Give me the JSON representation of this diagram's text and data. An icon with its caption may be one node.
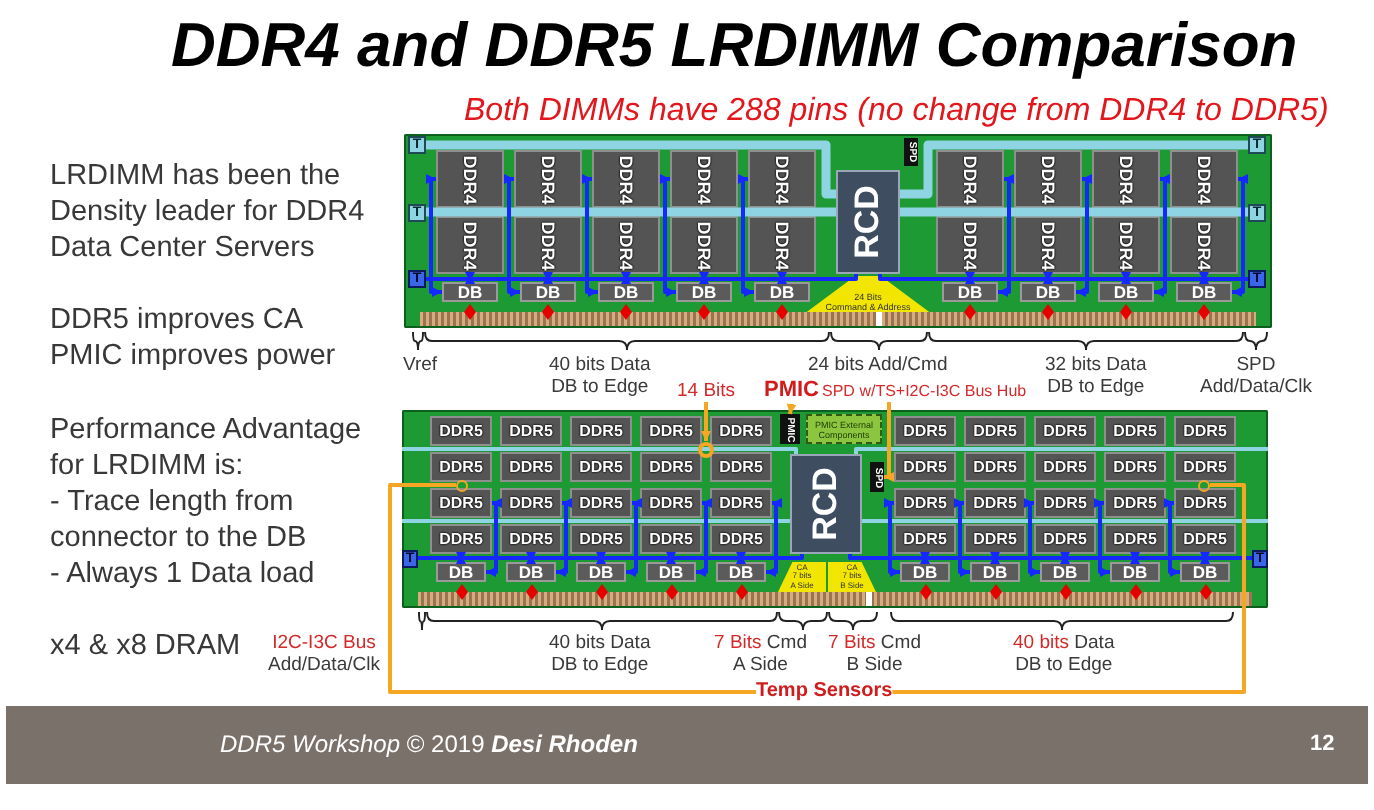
{
  "diagram": {
    "title": "DDR4 and DDR5 LRDIMM Comparison",
    "nodes": [
      {
        "text": [],
        "shape": "box"
      },
      {
        "text": [
          "T"
        ],
        "in": 0
      },
      {
        "text": [
          "DDR4"
        ],
        "in": 0
      },
      {
        "text": [
          "DDR4"
        ],
        "in": 0
      },
      {
        "text": [
          "DDR4"
        ],
        "in": 0
      },
      {
        "text": [
          "DDR4"
        ],
        "in": 0
      },
      {
        "text": [
          "DDR4"
        ],
        "in": 0
      },
      {
        "text": [
          "SPD"
        ],
        "in": 0
      },
      {
        "text": [
          "RCD"
        ],
        "in": 0
      },
      {
        "text": [
          "DDR4"
        ],
        "in": 0
      },
      {
        "text": [
          "DDR4"
        ],
        "in": 0
      },
      {
        "text": [
          "DDR4"
        ],
        "in": 0
      },
      {
        "text": [
          "DDR4"
        ],
        "in": 0
      },
      {
        "text": [
          "T"
        ],
        "in": 0
      },
      {
        "text": [
          "T"
        ],
        "in": 0
      },
      {
        "text": [
          "DDR4"
        ],
        "in": 0
      },
      {
        "text": [
          "DDR4"
        ],
        "in": 0
      },
      {
        "text": [
          "DDR4"
        ],
        "in": 0
      },
      {
        "text": [
          "DDR4"
        ],
        "in": 0
      },
      {
        "text": [
          "DDR4"
        ],
        "in": 0
      },
      {
        "text": [
          "DDR4"
        ],
        "in": 0
      },
      {
        "text": [
          "DDR4"
        ],
        "in": 0
      },
      {
        "text": [
          "DDR4"
        ],
        "in": 0
      },
      {
        "text": [
          "DDR4"
        ],
        "in": 0
      },
      {
        "text": [
          "T"
        ],
        "in": 0
      },
      {
        "text": [
          "T"
        ],
        "in": 0
      },
      {
        "text": [
          "DB"
        ],
        "in": 0
      },
      {
        "text": [
          "DB"
        ],
        "in": 0
      },
      {
        "text": [
          "DB"
        ],
        "in": 0
      },
      {
        "text": [
          "DB"
        ],
        "in": 0
      },
      {
        "text": [
          "DB"
        ],
        "in": 0
      },
      {
        "text": [
          "24 Bits Command & Address"
        ],
        "in": 0
      },
      {
        "text": [
          "DB"
        ],
        "in": 0
      },
      {
        "text": [
          "DB"
        ],
        "in": 0
      },
      {
        "text": [
          "DB"
        ],
        "in": 0
      },
      {
        "text": [
          "DB"
        ],
        "in": 0
      },
      {
        "text": [
          "T"
        ],
        "in": 0
      },
      {
        "text": [
          "14 Bits"
        ]
      },
      {
        "text": [
          "PMIC"
        ]
      },
      {
        "text": [
          "SPD w/TS+I2C-I3C Bus Hub"
        ]
      },
      {
        "text": [],
        "shape": "box"
      },
      {
        "text": [
          "PMIC"
        ],
        "in": 40
      },
      {
        "text": [
          "PMIC External Components"
        ],
        "in": 40
      },
      {
        "text": [
          "DDR5"
        ],
        "in": 40
      },
      {
        "text": [
          "DDR5"
        ],
        "in": 40
      },
      {
        "text": [
          "DDR5"
        ],
        "in": 40
      },
      {
        "text": [
          "DDR5"
        ],
        "in": 40
      },
      {
        "text": [
          "DDR5"
        ],
        "in": 40
      },
      {
        "text": [
          "DDR5"
        ],
        "in": 40
      },
      {
        "text": [
          "DDR5"
        ],
        "in": 40
      },
      {
        "text": [
          "DDR5"
        ],
        "in": 40
      },
      {
        "text": [
          "DDR5"
        ],
        "in": 40
      },
      {
        "text": [
          "DDR5"
        ],
        "in": 40
      },
      {
        "text": [],
        "shape": "circle",
        "in": 40
      },
      {
        "text": [
          "RCD"
        ],
        "in": 40
      },
      {
        "text": [
          "SPD"
        ],
        "in": 40
      },
      {
        "text": [
          "DDR5"
        ],
        "in": 40
      },
      {
        "text": [
          "DDR5"
        ],
        "in": 40
      },
      {
        "text": [
          "DDR5"
        ],
        "in": 40
      },
      {
        "text": [
          "DDR5"
        ],
        "in": 40
      },
      {
        "text": [
          "DDR5"
        ],
        "in": 40
      },
      {
        "text": [
          "DDR5"
        ],
        "in": 40
      },
      {
        "text": [
          "DDR5"
        ],
        "in": 40
      },
      {
        "text": [
          "DDR5"
        ],
        "in": 40
      },
      {
        "text": [
          "DDR5"
        ],
        "in": 40
      },
      {
        "text": [
          "DDR5"
        ],
        "in": 40
      },
      {
        "text": [],
        "shape": "circle",
        "in": 40
      },
      {
        "text": [],
        "shape": "circle",
        "in": 40
      },
      {
        "text": [
          "DDR5"
        ],
        "in": 40
      },
      {
        "text": [
          "DDR5"
        ],
        "in": 40
      },
      {
        "text": [
          "DDR5"
        ],
        "in": 40
      },
      {
        "text": [
          "DDR5"
        ],
        "in": 40
      },
      {
        "text": [
          "DDR5"
        ],
        "in": 40
      },
      {
        "text": [
          "DDR5"
        ],
        "in": 40
      },
      {
        "text": [
          "DDR5"
        ],
        "in": 40
      },
      {
        "text": [
          "DDR5"
        ],
        "in": 40
      },
      {
        "text": [
          "DDR5"
        ],
        "in": 40
      },
      {
        "text": [
          "DDR5"
        ],
        "in": 40
      },
      {
        "text": [
          "DDR5"
        ],
        "in": 40
      },
      {
        "text": [
          "DDR5"
        ],
        "in": 40
      },
      {
        "text": [
          "DDR5"
        ],
        "in": 40
      },
      {
        "text": [
          "DDR5"
        ],
        "in": 40
      },
      {
        "text": [
          "DDR5"
        ],
        "in": 40
      },
      {
        "text": [
          "DDR5"
        ],
        "in": 40
      },
      {
        "text": [
          "DDR5"
        ],
        "in": 40
      },
      {
        "text": [
          "DDR5"
        ],
        "in": 40
      },
      {
        "text": [
          "DDR5"
        ],
        "in": 40
      },
      {
        "text": [
          "DDR5"
        ],
        "in": 40
      },
      {
        "text": [
          "T"
        ],
        "in": 40
      },
      {
        "text": [
          "DB"
        ],
        "in": 40
      },
      {
        "text": [
          "DB"
        ],
        "in": 40
      },
      {
        "text": [
          "DB"
        ],
        "in": 40
      },
      {
        "text": [
          "DB"
        ],
        "in": 40
      },
      {
        "text": [
          "DB"
        ],
        "in": 40
      },
      {
        "text": [
          "CA 7 bits A Side"
        ],
        "in": 40
      },
      {
        "text": [
          "CA 7 bits B Side"
        ],
        "in": 40
      },
      {
        "text": [
          "DB"
        ],
        "in": 40
      },
      {
        "text": [
          "DB"
        ],
        "in": 40
      },
      {
        "text": [
          "DB"
        ],
        "in": 40
      },
      {
        "text": [
          "DB"
        ],
        "in": 40
      },
      {
        "text": [
          "DB"
        ],
        "in": 40
      },
      {
        "text": [
          "T"
        ],
        "in": 40
      },
      {
        "text": [
          "Temp Sensors"
        ]
      }
    ],
    "edges": [
      {
        "from": 1,
        "to": 8,
        "arrow": "none",
        "style": "thick",
        "color": "#8ed4e2"
      },
      {
        "from": 14,
        "to": 8,
        "arrow": "none",
        "style": "thick",
        "color": "#8ed4e2"
      },
      {
        "from": 8,
        "to": 13,
        "arrow": "none",
        "style": "thick",
        "color": "#8ed4e2"
      },
      {
        "from": 8,
        "to": 24,
        "arrow": "none",
        "style": "thick",
        "color": "#8ed4e2"
      },
      {
        "from": 25,
        "to": 8,
        "arrow": "none"
      },
      {
        "from": 8,
        "to": 36,
        "arrow": "none"
      },
      {
        "from": 26,
        "to": 15,
        "arrow": "both"
      },
      {
        "from": 26,
        "to": 2,
        "arrow": "both"
      },
      {
        "from": 27,
        "to": 16,
        "arrow": "both"
      },
      {
        "from": 27,
        "to": 3,
        "arrow": "both"
      },
      {
        "from": 28,
        "to": 17,
        "arrow": "both"
      },
      {
        "from": 28,
        "to": 4,
        "arrow": "both"
      },
      {
        "from": 29,
        "to": 18,
        "arrow": "both"
      },
      {
        "from": 29,
        "to": 5,
        "arrow": "both"
      },
      {
        "from": 30,
        "to": 19,
        "arrow": "both"
      },
      {
        "from": 30,
        "to": 6,
        "arrow": "both"
      },
      {
        "from": 32,
        "to": 20,
        "arrow": "both"
      },
      {
        "from": 32,
        "to": 9,
        "arrow": "both"
      },
      {
        "from": 33,
        "to": 21,
        "arrow": "both"
      },
      {
        "from": 33,
        "to": 10,
        "arrow": "both"
      },
      {
        "from": 34,
        "to": 22,
        "arrow": "both"
      },
      {
        "from": 34,
        "to": 11,
        "arrow": "both"
      },
      {
        "from": 35,
        "to": 23,
        "arrow": "both"
      },
      {
        "from": 35,
        "to": 12,
        "arrow": "both"
      },
      {
        "from": null,
        "to": 54,
        "arrow": "none",
        "color": "#8ed4e2"
      },
      {
        "from": 54,
        "to": null,
        "arrow": "none",
        "color": "#8ed4e2"
      },
      {
        "from": null,
        "to": 54,
        "arrow": "none",
        "color": "#8ed4e2"
      },
      {
        "from": 54,
        "to": null,
        "arrow": "none",
        "color": "#8ed4e2"
      },
      {
        "from": 88,
        "to": 54,
        "arrow": "none"
      },
      {
        "from": 54,
        "to": 101,
        "arrow": "none"
      },
      {
        "from": 89,
        "to": 78,
        "arrow": "both"
      },
      {
        "from": 89,
        "to": 68,
        "arrow": "both"
      },
      {
        "from": 90,
        "to": 79,
        "arrow": "both"
      },
      {
        "from": 90,
        "to": 69,
        "arrow": "both"
      },
      {
        "from": 91,
        "to": 80,
        "arrow": "both"
      },
      {
        "from": 91,
        "to": 70,
        "arrow": "both"
      },
      {
        "from": 92,
        "to": 81,
        "arrow": "both"
      },
      {
        "from": 92,
        "to": 71,
        "arrow": "both"
      },
      {
        "from": 93,
        "to": 82,
        "arrow": "both"
      },
      {
        "from": 93,
        "to": 72,
        "arrow": "both"
      },
      {
        "from": 96,
        "to": 83,
        "arrow": "both"
      },
      {
        "from": 96,
        "to": 73,
        "arrow": "both"
      },
      {
        "from": 97,
        "to": 84,
        "arrow": "both"
      },
      {
        "from": 97,
        "to": 74,
        "arrow": "both"
      },
      {
        "from": 98,
        "to": 85,
        "arrow": "both"
      },
      {
        "from": 98,
        "to": 75,
        "arrow": "both"
      },
      {
        "from": 99,
        "to": 86,
        "arrow": "both"
      },
      {
        "from": 99,
        "to": 76,
        "arrow": "both"
      },
      {
        "from": 100,
        "to": 87,
        "arrow": "both"
      },
      {
        "from": 100,
        "to": 77,
        "arrow": "both"
      },
      {
        "from": 37,
        "to": 53,
        "arrow": "to",
        "color": "#f5a623"
      },
      {
        "from": 38,
        "to": 41,
        "arrow": "to",
        "color": "#f5a623"
      },
      {
        "from": 39,
        "to": 55,
        "arrow": "to",
        "color": "#f5a623"
      },
      {
        "from": 102,
        "to": 66,
        "arrow": "none",
        "color": "#f5a623"
      },
      {
        "from": 102,
        "to": 67,
        "arrow": "none",
        "color": "#f5a623"
      }
    ],
    "labels": [
      "Both DIMMs have 288 pins (no change from DDR4 to DDR5)",
      "LRDIMM has been the Density leader for DDR4 Data Center Servers",
      "DDR5 improves CA",
      "PMIC improves power",
      "Performance Advantage for LRDIMM is:",
      "- Trace length from connector to the DB",
      "- Always 1 Data load",
      "x4 & x8 DRAM",
      "Vref",
      "40 bits Data DB to Edge",
      "24 bits Add/Cmd",
      "32 bits Data DB to Edge",
      "SPD Add/Data/Clk",
      "I2C-I3C Bus Add/Data/Clk",
      "40 bits Data DB to Edge",
      "7 Bits Cmd A Side",
      "7 Bits Cmd B Side",
      "40 bits Data DB to Edge",
      "*DDR5 Workshop* © 2019 **Desi Rhoden**",
      "12"
    ]
  }
}
